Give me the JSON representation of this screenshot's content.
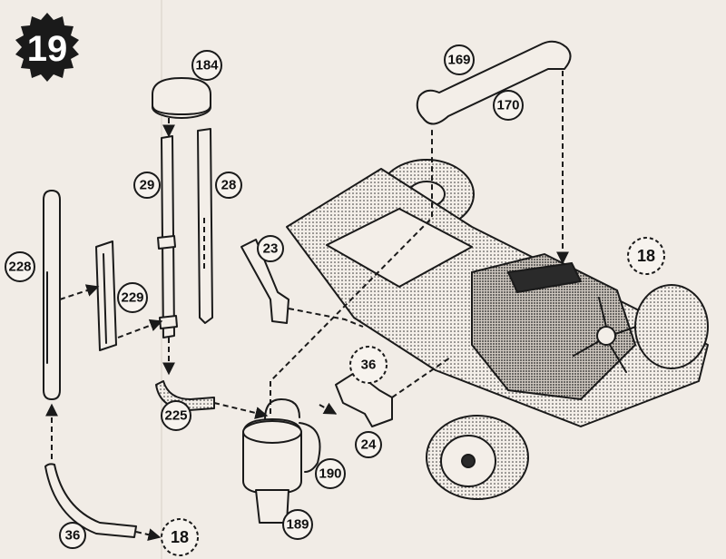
{
  "step": {
    "number": "19"
  },
  "callouts": [
    {
      "id": "c184",
      "label": "184"
    },
    {
      "id": "c169",
      "label": "169"
    },
    {
      "id": "c170",
      "label": "170"
    },
    {
      "id": "c29",
      "label": "29"
    },
    {
      "id": "c28",
      "label": "28"
    },
    {
      "id": "c228",
      "label": "228"
    },
    {
      "id": "c229",
      "label": "229"
    },
    {
      "id": "c23",
      "label": "23"
    },
    {
      "id": "c225",
      "label": "225"
    },
    {
      "id": "c24",
      "label": "24"
    },
    {
      "id": "c190",
      "label": "190"
    },
    {
      "id": "c189",
      "label": "189"
    },
    {
      "id": "c36a",
      "label": "36"
    }
  ],
  "references": [
    {
      "id": "r36",
      "label": "36"
    },
    {
      "id": "r18a",
      "label": "18"
    },
    {
      "id": "r18b",
      "label": "18"
    }
  ]
}
